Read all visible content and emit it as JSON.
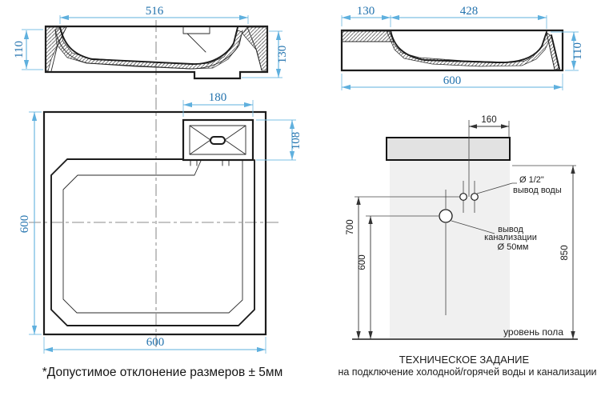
{
  "front_section": {
    "dim_width_inner": "516",
    "dim_height_left": "110",
    "dim_height_right": "130"
  },
  "side_section": {
    "dim_ledge": "130",
    "dim_basin": "428",
    "dim_width": "600",
    "dim_height": "110"
  },
  "plan_view": {
    "dim_platform_width": "180",
    "dim_platform_depth": "108",
    "dim_height": "600",
    "dim_width": "600"
  },
  "installation": {
    "dim_outlet_offset": "160",
    "dim_water_height": "700",
    "dim_drain_height": "600",
    "dim_overall_height": "850",
    "water_outlet_size": "Ø 1/2\"",
    "water_outlet_label": "вывод воды",
    "drain_label_line1": "вывод",
    "drain_label_line2": "канализации",
    "drain_size": "Ø 50мм",
    "floor_level_label": "уровень пола",
    "title_line1": "ТЕХНИЧЕСКОЕ ЗАДАНИЕ",
    "title_line2": "на подключение холодной/горячей воды и канализации"
  },
  "footnote": "*Допустимое отклонение размеров ± 5мм",
  "colors": {
    "dim_text_blue": "#2373ae",
    "dim_line_blue": "#5fb0de",
    "ink": "#1c1c1c",
    "sink_fill": "#e2e2e2",
    "wall_zone_fill": "#f0f0f0"
  }
}
